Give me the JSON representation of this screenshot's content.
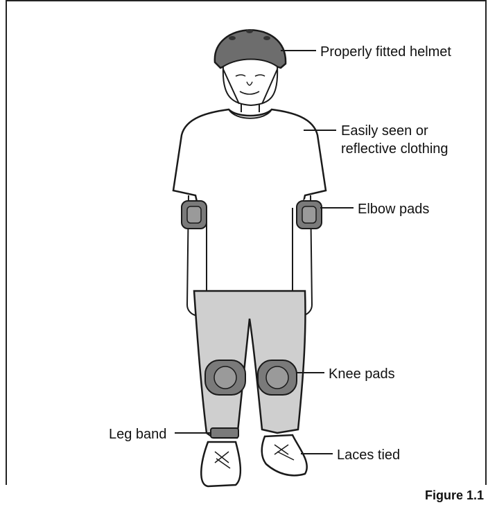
{
  "labels": {
    "helmet": "Properly fitted helmet",
    "clothing_line1": "Easily seen or",
    "clothing_line2": "reflective clothing",
    "elbow": "Elbow pads",
    "knee": "Knee pads",
    "leg_band": "Leg band",
    "laces": "Laces tied"
  },
  "caption": "Figure 1.1",
  "colors": {
    "outline": "#1a1a1a",
    "helmet": "#6d6d6d",
    "pants": "#cfcfcf",
    "pads": "#7a7a7a",
    "shirt": "#ffffff"
  }
}
